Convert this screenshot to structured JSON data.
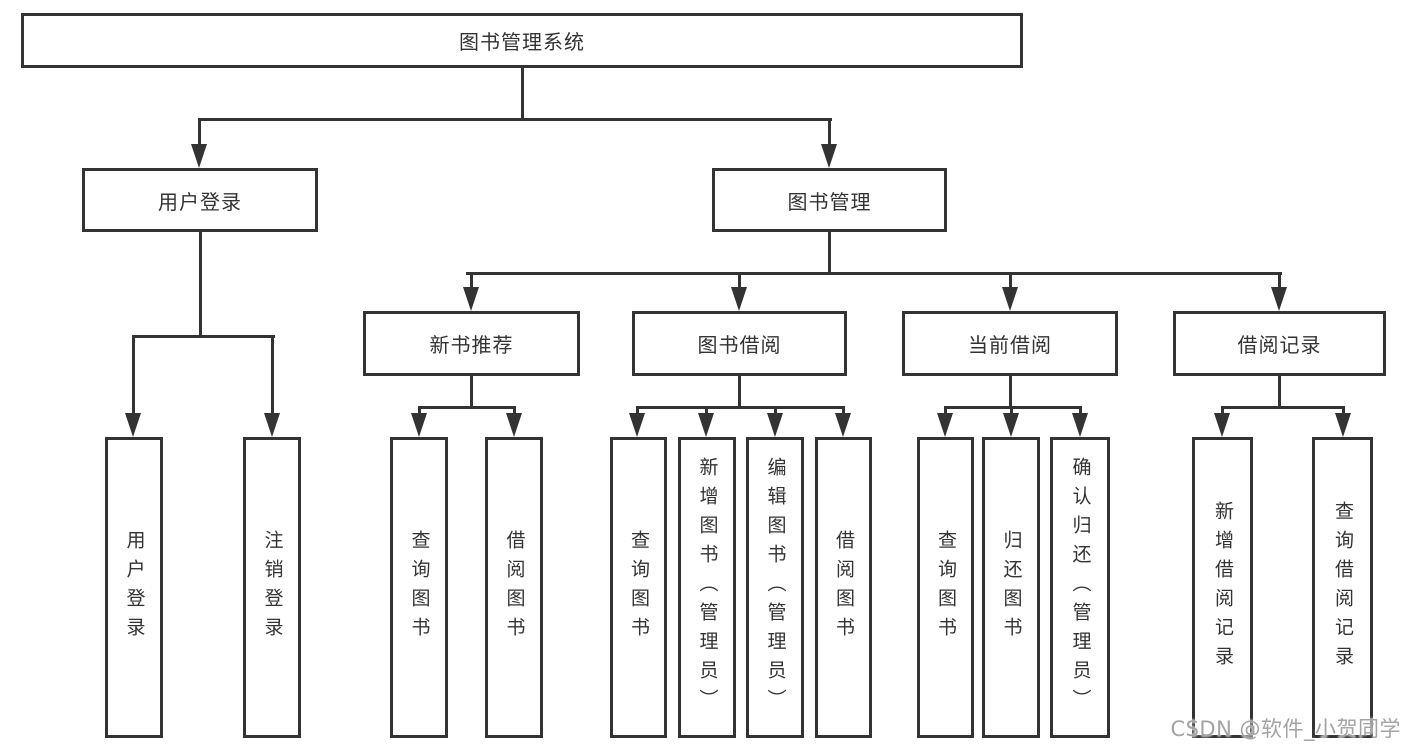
{
  "tree": {
    "label": "图书管理系统",
    "children": [
      {
        "label": "用户登录",
        "children": [
          {
            "label": "用户登录"
          },
          {
            "label": "注销登录"
          }
        ]
      },
      {
        "label": "图书管理",
        "children": [
          {
            "label": "新书推荐",
            "children": [
              {
                "label": "查询图书"
              },
              {
                "label": "借阅图书"
              }
            ]
          },
          {
            "label": "图书借阅",
            "children": [
              {
                "label": "查询图书"
              },
              {
                "label": "新增图书（管理员）"
              },
              {
                "label": "编辑图书（管理员）"
              },
              {
                "label": "借阅图书"
              }
            ]
          },
          {
            "label": "当前借阅",
            "children": [
              {
                "label": "查询图书"
              },
              {
                "label": "归还图书"
              },
              {
                "label": "确认归还（管理员）"
              }
            ]
          },
          {
            "label": "借阅记录",
            "children": [
              {
                "label": "新增借阅记录"
              },
              {
                "label": "查询借阅记录"
              }
            ]
          }
        ]
      }
    ]
  },
  "watermark": {
    "text": "CSDN @软件_小贺同学"
  },
  "colors": {
    "line": "#333333",
    "box_border": "#333333",
    "text": "#333333",
    "watermark_text": "#a3a3a3",
    "background": "#ffffff"
  }
}
